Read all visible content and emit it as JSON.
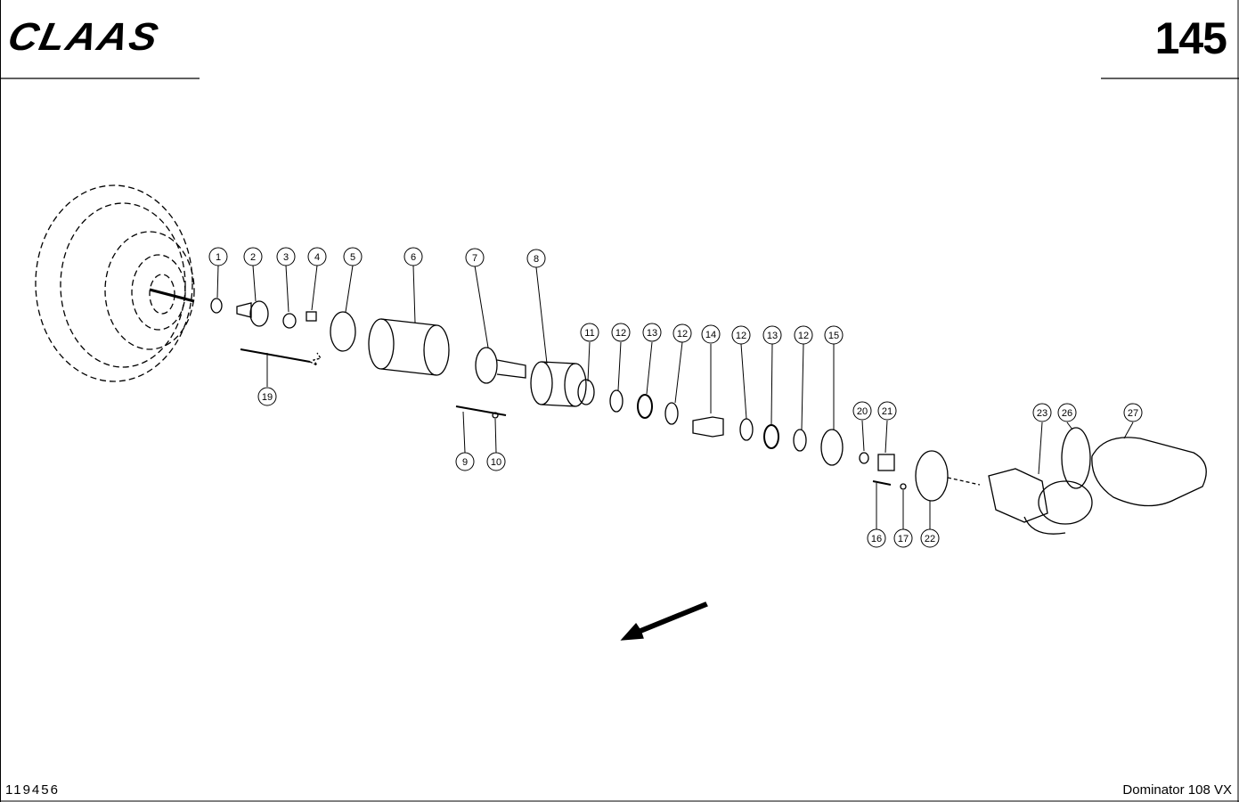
{
  "header": {
    "brand": "CLAAS",
    "page_number": "145"
  },
  "footer": {
    "reference_number": "119456",
    "model": "Dominator 108 VX"
  },
  "callouts": [
    "1",
    "2",
    "3",
    "4",
    "5",
    "6",
    "7",
    "8",
    "9",
    "10",
    "11",
    "12",
    "12",
    "12",
    "12",
    "13",
    "13",
    "14",
    "15",
    "16",
    "17",
    "19",
    "20",
    "21",
    "22",
    "23",
    "26",
    "27"
  ]
}
